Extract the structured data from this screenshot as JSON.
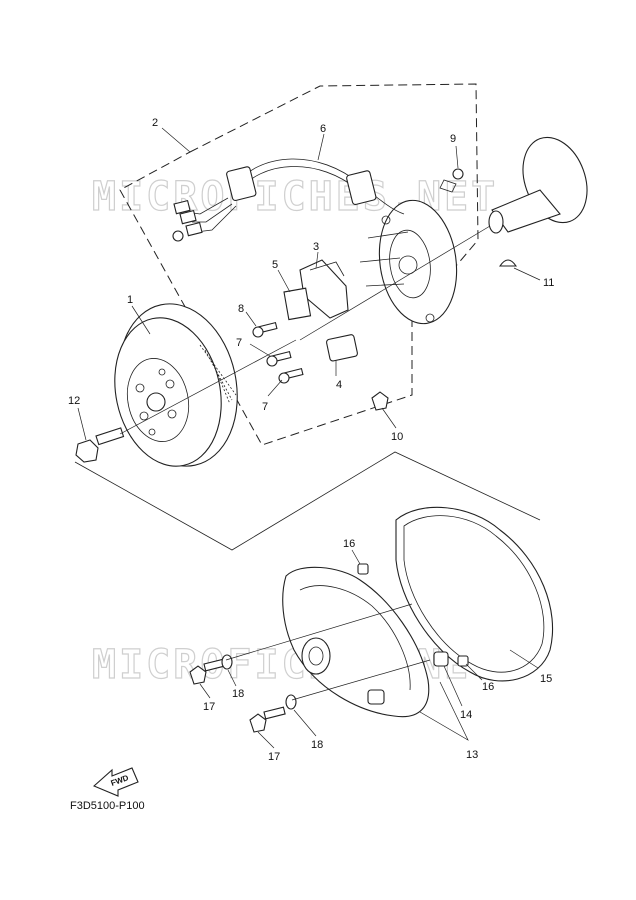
{
  "diagram_code": "F3D5100-P100",
  "fwd_label": "FWD",
  "watermark_text": "MICROFICHES.NET",
  "callouts": {
    "c1": "1",
    "c2": "2",
    "c3": "3",
    "c4": "4",
    "c5": "5",
    "c6": "6",
    "c7a": "7",
    "c7b": "7",
    "c8": "8",
    "c9": "9",
    "c10": "10",
    "c11": "11",
    "c12": "12",
    "c13": "13",
    "c14": "14",
    "c15": "15",
    "c16a": "16",
    "c16b": "16",
    "c17a": "17",
    "c17b": "17",
    "c18a": "18",
    "c18b": "18"
  }
}
